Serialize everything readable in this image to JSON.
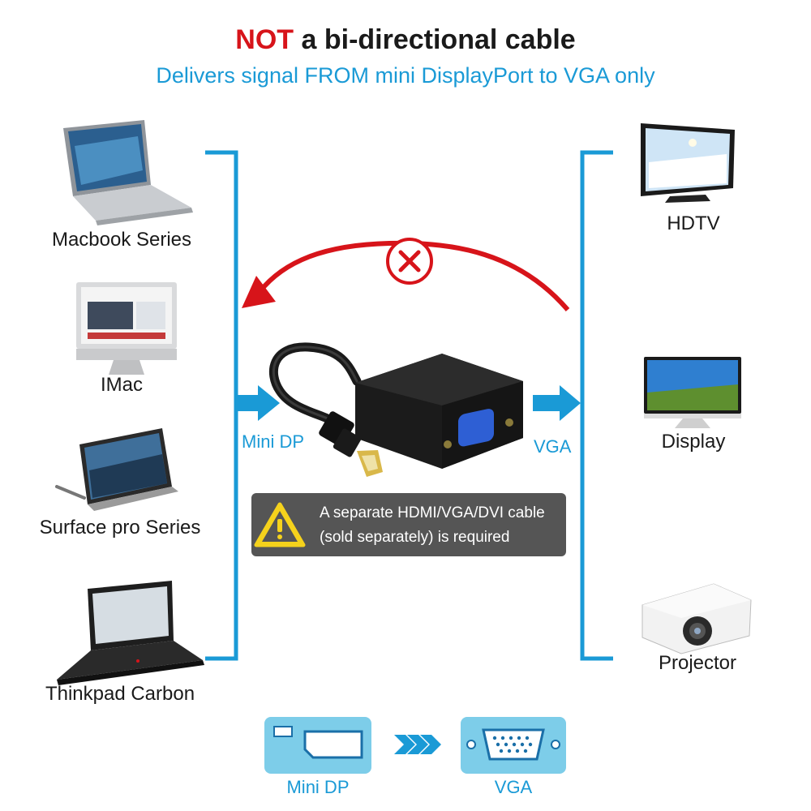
{
  "header": {
    "title_emphasis": "NOT",
    "title_rest": " a bi-directional cable",
    "subtitle": "Delivers signal FROM mini DisplayPort to VGA only"
  },
  "sources": [
    {
      "label": "Macbook Series",
      "icon": "laptop-icon"
    },
    {
      "label": "IMac",
      "icon": "imac-icon"
    },
    {
      "label": "Surface pro Series",
      "icon": "tablet-icon"
    },
    {
      "label": "Thinkpad Carbon",
      "icon": "laptop-icon"
    }
  ],
  "targets": [
    {
      "label": "HDTV",
      "icon": "tv-icon"
    },
    {
      "label": "Display",
      "icon": "monitor-icon"
    },
    {
      "label": "Projector",
      "icon": "projector-icon"
    }
  ],
  "ports": {
    "input_label": "Mini DP",
    "output_label": "VGA"
  },
  "notice": {
    "line1": "A separate HDMI/VGA/DVI cable",
    "line2": "(sold separately) is required"
  },
  "footer": {
    "from_label": "Mini DP",
    "to_label": "VGA"
  },
  "colors": {
    "accent_blue": "#1a9ad6",
    "warning_red": "#d7141a",
    "notice_bg": "#555555",
    "warning_yellow": "#f5d21c"
  }
}
